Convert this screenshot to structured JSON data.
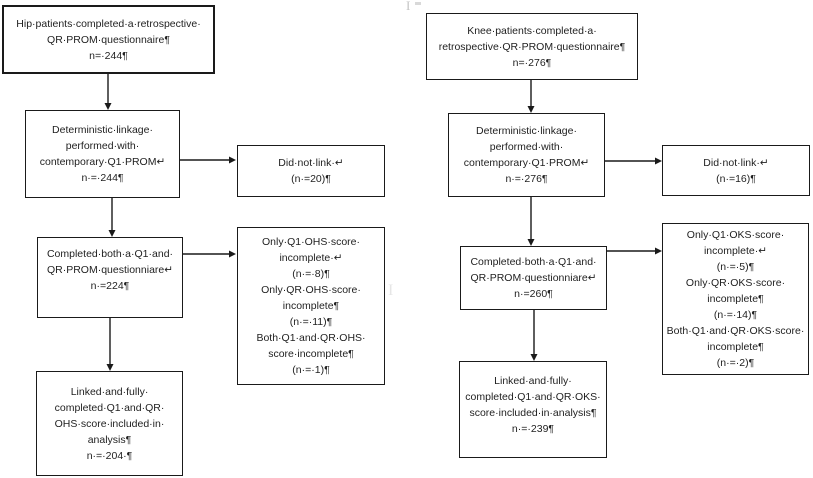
{
  "page": {
    "background": "#ffffff",
    "text_color": "#1f1f1f",
    "border_color": "#1a1a1a"
  },
  "hip": {
    "start": "Hip·patients·completed·a·retrospective·\nQR·PROM·questionnaire¶\nn=·244¶",
    "linkage": "Deterministic·linkage·\nperformed·with·\ncontemporary·Q1·PROM↵\nn·=·244¶",
    "did_not_link": "Did·not·link·↵\n(n·=20)¶",
    "completed_both": "Completed·both·a·Q1·and·\nQR·PROM·questionniare↵\nn·=224¶",
    "incomplete_details": "Only·Q1·OHS·score·\nincomplete·↵\n(n·=·8)¶\nOnly·QR·OHS·score·\nincomplete¶\n(n·=·11)¶\nBoth·Q1·and·QR·OHS·\nscore·incomplete¶\n(n·=·1)¶",
    "included": "Linked·and·fully·\ncompleted·Q1·and·QR·\nOHS·score·included·in·\nanalysis¶\nn·=·204·¶"
  },
  "knee": {
    "start": "Knee·patients·completed·a·\nretrospective·QR·PROM·questionnaire¶\nn=·276¶",
    "linkage": "Deterministic·linkage·\nperformed·with·\ncontemporary·Q1·PROM↵\nn·=·276¶",
    "did_not_link": "Did·not·link·↵\n(n·=16)¶",
    "completed_both": "Completed·both·a·Q1·and·\nQR·PROM·questionniare↵\nn·=260¶",
    "incomplete_details": "Only·Q1·OKS·score·\nincomplete·↵\n(n·=·5)¶\nOnly·QR·OKS·score·\nincomplete¶\n(n·=·14)¶\nBoth·Q1·and·QR·OKS·score·\nincomplete¶\n(n·=·2)¶",
    "included": "Linked·and·fully·\ncompleted·Q1·and·QR·OKS·\nscore·included·in·analysis¶\nn·=·239¶"
  },
  "artifacts": {
    "cursor_glyph": "I"
  }
}
